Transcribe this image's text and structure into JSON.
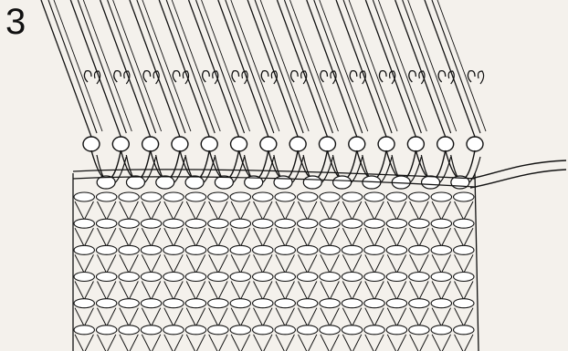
{
  "figure": {
    "step_number": "3",
    "illustration": "knitting-machine-cast-off-diagram",
    "colors": {
      "background": "#f4f1ec",
      "ink": "#111111",
      "yarn_fill": "#ffffff"
    },
    "counts": {
      "needles": 14,
      "fabric_rows": 6,
      "stitches_per_row": 18
    }
  }
}
